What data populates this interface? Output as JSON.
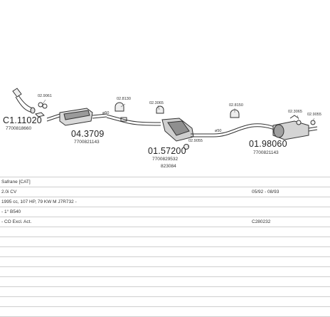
{
  "parts": [
    {
      "id": "p1",
      "number": "C1.11020",
      "ref": "7700818660",
      "fitting": "02.9061"
    },
    {
      "id": "p2",
      "number": "04.3709",
      "ref": "7700821143",
      "fitting": "02.8130",
      "pipe": "ø50"
    },
    {
      "id": "p3",
      "number": "01.57200",
      "ref": "7700829532",
      "ref2": "823084",
      "fitting": "02.3065",
      "fitting2": "02.9055"
    },
    {
      "id": "p4",
      "number": "01.98060",
      "ref": "7700821143",
      "fitting": "02.8150",
      "fitting2": "02.3065",
      "fitting3": "02.9055",
      "pipe": "ø50"
    }
  ],
  "table": [
    {
      "left": "Safrane  [CAT]",
      "right": ""
    },
    {
      "left": "2.0i  CV",
      "right": "05/92 - 08/93"
    },
    {
      "left": "1995 cc, 107 HP, 79 KW M J7R732 -",
      "right": ""
    },
    {
      "left": "- 1° B540",
      "right": ""
    },
    {
      "left": "- CO Excl. Act.",
      "right": "C280232"
    },
    {
      "left": "",
      "right": ""
    },
    {
      "left": "",
      "right": ""
    },
    {
      "left": "",
      "right": ""
    },
    {
      "left": "",
      "right": ""
    },
    {
      "left": "",
      "right": ""
    },
    {
      "left": "",
      "right": ""
    },
    {
      "left": "",
      "right": ""
    },
    {
      "left": "",
      "right": ""
    },
    {
      "left": "",
      "right": ""
    },
    {
      "left": "",
      "right": ""
    }
  ]
}
